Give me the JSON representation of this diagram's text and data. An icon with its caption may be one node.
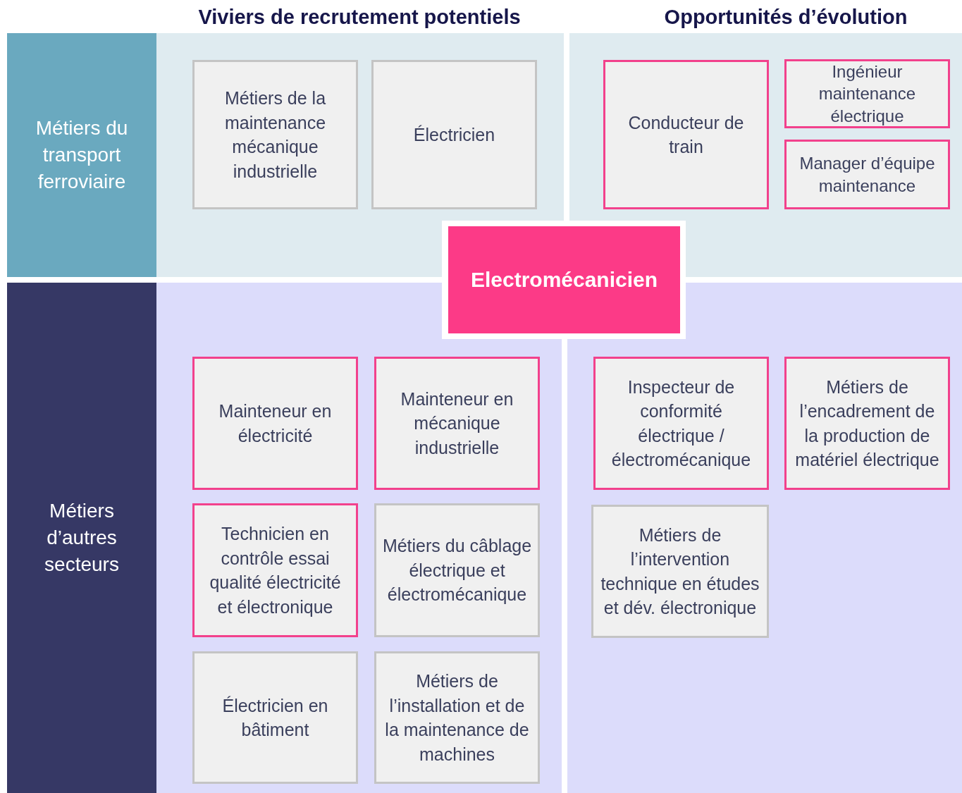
{
  "diagram": {
    "nodes": [
      {
        "text": [
          "Métiers du transport ferroviaire"
        ]
      },
      {
        "text": [
          "Métiers d’autres secteurs"
        ]
      },
      {
        "text": [
          "Electromécanicien"
        ]
      },
      {
        "text": [
          "Métiers de la maintenance mécanique industrielle"
        ]
      },
      {
        "text": [
          "Électricien"
        ]
      },
      {
        "text": [
          "Conducteur de train"
        ]
      },
      {
        "text": [
          "Ingénieur maintenance électrique"
        ]
      },
      {
        "text": [
          "Manager d’équipe maintenance"
        ]
      },
      {
        "text": [
          "Mainteneur en électricité"
        ]
      },
      {
        "text": [
          "Mainteneur en mécanique industrielle"
        ]
      },
      {
        "text": [
          "Inspecteur de conformité électrique / électromécanique"
        ]
      },
      {
        "text": [
          "Métiers de l’encadrement de la production de matériel électrique"
        ]
      },
      {
        "text": [
          "Technicien en contrôle essai qualité électricité et électronique"
        ]
      },
      {
        "text": [
          "Métiers du câblage électrique et électromécanique"
        ]
      },
      {
        "text": [
          "Métiers de l’intervention technique en études et dév. électronique"
        ]
      },
      {
        "text": [
          "Électricien en bâtiment"
        ]
      },
      {
        "text": [
          "Métiers de l’installation et de la maintenance de machines"
        ]
      }
    ],
    "labels": [
      "Viviers de recrutement potentiels",
      "Opportunités d’évolution"
    ]
  }
}
